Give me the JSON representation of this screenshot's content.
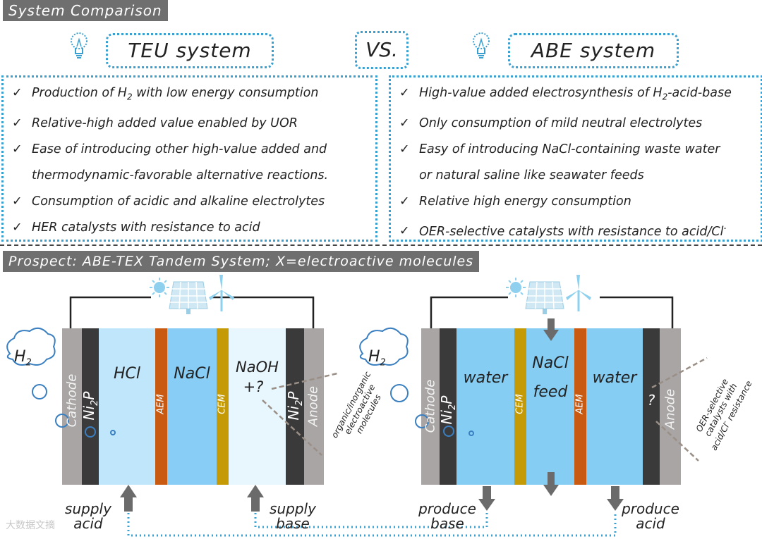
{
  "header": {
    "section1": "System Comparison",
    "section2": "Prospect: ABE-TEX Tandem System; X=electroactive molecules"
  },
  "teu": {
    "title": "TEU system",
    "items": [
      {
        "pre": "Production of H",
        "sub": "2",
        "post": " with low energy consumption"
      },
      {
        "pre": "Relative-high added value enabled by UOR",
        "sub": "",
        "post": ""
      },
      {
        "pre": "Ease of introducing other high-value added and",
        "sub": "",
        "post": ""
      },
      {
        "pre": "thermodynamic-favorable alternative reactions.",
        "sub": "",
        "post": "",
        "cont": true
      },
      {
        "pre": "Consumption of acidic and alkaline electrolytes",
        "sub": "",
        "post": ""
      },
      {
        "pre": "HER catalysts with resistance to acid",
        "sub": "",
        "post": ""
      }
    ]
  },
  "vs": "VS.",
  "abe": {
    "title": "ABE system",
    "items": [
      {
        "pre": "High-value added electrosynthesis of H",
        "sub": "2",
        "post": "-acid-base"
      },
      {
        "pre": "Only consumption of mild neutral electrolytes",
        "sub": "",
        "post": ""
      },
      {
        "pre": "Easy of introducing NaCl-containing waste water",
        "sub": "",
        "post": ""
      },
      {
        "pre": "or natural saline like seawater feeds",
        "sub": "",
        "post": "",
        "cont": true
      },
      {
        "pre": "Relative high energy consumption",
        "sub": "",
        "post": ""
      },
      {
        "pre": "OER-selective catalysts with resistance to acid/Cl",
        "sub": "",
        "post": "",
        "sup": "-"
      }
    ]
  },
  "left_cell": {
    "h2": {
      "pre": "H",
      "sub": "2"
    },
    "cathode": "Cathode",
    "ni2p_l": {
      "pre": "Ni",
      "sub": "2",
      "post": "P"
    },
    "hcl": "HCl",
    "aem": "AEM",
    "nacl": "NaCl",
    "cem": "CEM",
    "naoh": "NaOH",
    "plus_q": "+?",
    "ni2p_r": {
      "pre": "Ni",
      "sub": "2",
      "post": "P"
    },
    "anode": "Anode",
    "annot": [
      "organic/inorganic",
      "electroactive",
      "molecules"
    ],
    "supply_acid": [
      "supply",
      "acid"
    ],
    "supply_base": [
      "supply",
      "base"
    ]
  },
  "right_cell": {
    "h2": {
      "pre": "H",
      "sub": "2"
    },
    "cathode": "Cathode",
    "ni2p": {
      "pre": "Ni",
      "sub": "2",
      "post": "P"
    },
    "water1": "water",
    "cem": "CEM",
    "nacl": "NaCl",
    "feed": "feed",
    "aem": "AEM",
    "water2": "water",
    "q": "?",
    "anode": "Anode",
    "annot": [
      "OER-selective",
      "catalysts with",
      "acid/Cl",
      "resistance"
    ],
    "annot_sup": "-",
    "produce_base": [
      "produce",
      "base"
    ],
    "produce_acid": [
      "produce",
      "acid"
    ]
  },
  "colors": {
    "accent_dotted": "#3aa0d0",
    "banner": "#6f6f6f",
    "electrode_gray": "#a9a5a4",
    "ni2p_dark": "#3a3a3a",
    "hcl_fill": "#bfe6fb",
    "nacl_fill": "#87cdf5",
    "naoh_fill": "#e8f6fd",
    "aem": "#c85a12",
    "cem": "#c49a06",
    "water_fill": "#86cdf3"
  },
  "watermark": "大数据文摘"
}
